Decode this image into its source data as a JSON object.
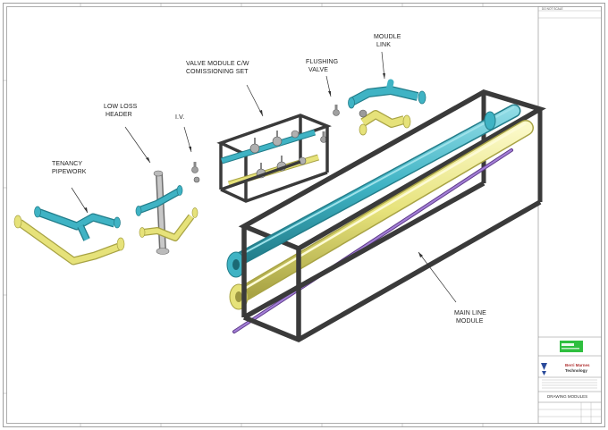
{
  "labels": {
    "tenancy": [
      "TENANCY",
      "PIPEWORK"
    ],
    "header": [
      "LOW LOSS",
      "HEADER"
    ],
    "iv": [
      "I.V."
    ],
    "valve_module": [
      "VALVE MODULE C/W",
      "COMISSIONING SET"
    ],
    "flushing": [
      "FLUSHING",
      "VALVE"
    ],
    "module_link": [
      "MOUDLE",
      "LINK"
    ],
    "main_line": [
      "MAIN LINE",
      "MODULE"
    ]
  },
  "title_block": {
    "top_ref": "DO NOT SCALE",
    "brand_line1": "Berri Marnes",
    "brand_line2": "Technology",
    "drawing_title": "DRAWING MODULES"
  },
  "colors": {
    "cyan_pipe": "#3fb3c4",
    "yellow_pipe": "#e6e27a",
    "purple_pipe": "#8a5cc0",
    "frame": "#3a3a3a",
    "logo_green": "#2fbf3f",
    "logo_blue": "#2a4a9a"
  }
}
